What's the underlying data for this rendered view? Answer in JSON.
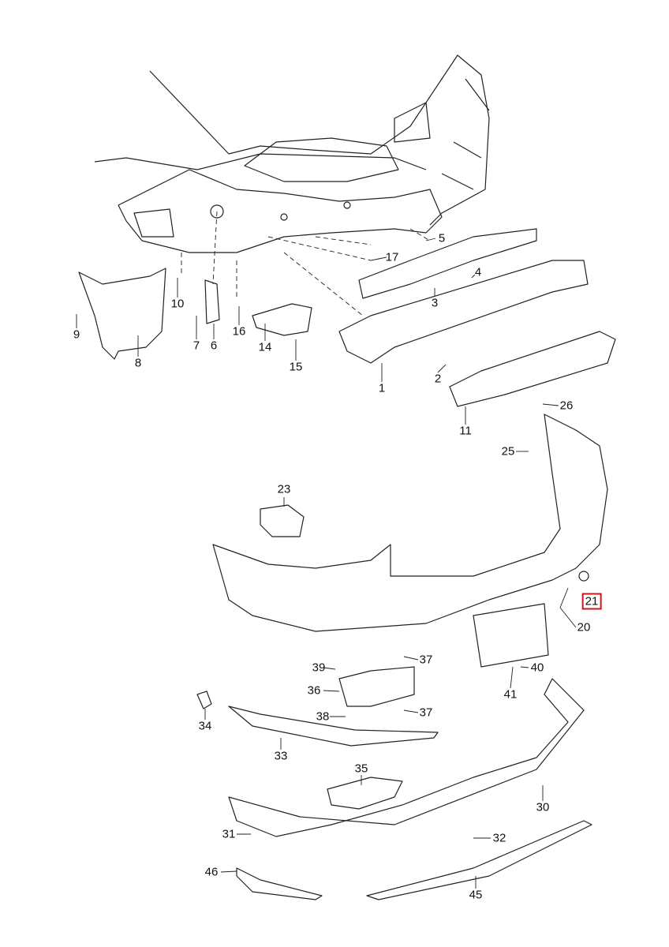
{
  "diagram": {
    "title": "Rear bumper assembly parts diagram",
    "highlight_color": "#d0141c",
    "part_labels": [
      "5",
      "17",
      "4",
      "3",
      "10",
      "9",
      "16",
      "7",
      "6",
      "8",
      "14",
      "15",
      "2",
      "1",
      "26",
      "11",
      "25",
      "23",
      "21",
      "20",
      "39",
      "37",
      "36",
      "40",
      "37",
      "38",
      "41",
      "34",
      "33",
      "35",
      "30",
      "31",
      "32",
      "46",
      "45"
    ],
    "highlighted_part": "21"
  }
}
